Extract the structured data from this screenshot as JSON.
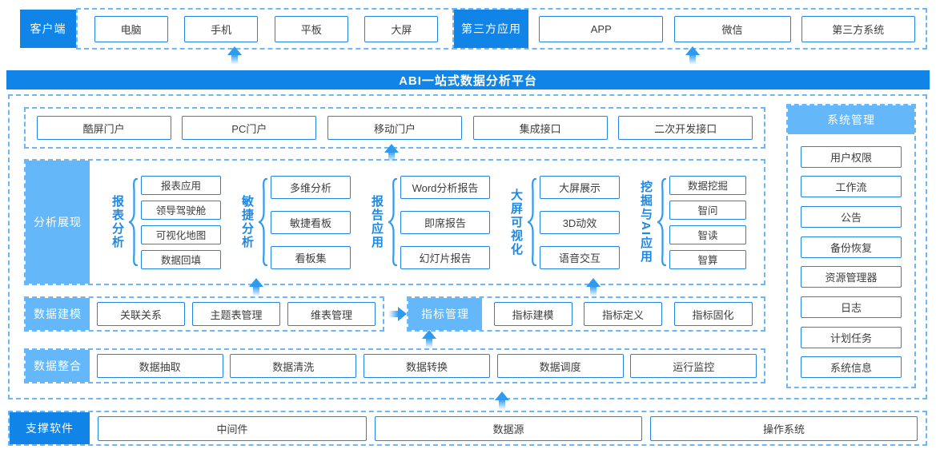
{
  "colors": {
    "primary_blue": "#1184E8",
    "light_blue": "#64B7F8",
    "dashed_border": "#6DB6F7",
    "box_border": "#2383E2",
    "group_text": "#1E88E5",
    "arrow": "#2D9BF0"
  },
  "top": {
    "client": {
      "label": "客户端",
      "items": [
        "电脑",
        "手机",
        "平板",
        "大屏"
      ]
    },
    "third_party": {
      "label": "第三方应用",
      "items": [
        "APP",
        "微信",
        "第三方系统"
      ]
    }
  },
  "banner": {
    "title": "ABI一站式数据分析平台"
  },
  "portal": {
    "items": [
      "酷屏门户",
      "PC门户",
      "移动门户",
      "集成接口",
      "二次开发接口"
    ]
  },
  "analysis": {
    "label": "分析展现",
    "groups": [
      {
        "name": "报表分析",
        "items": [
          "报表应用",
          "领导驾驶舱",
          "可视化地图",
          "数据回填"
        ]
      },
      {
        "name": "敏捷分析",
        "items": [
          "多维分析",
          "敏捷看板",
          "看板集"
        ]
      },
      {
        "name": "报告应用",
        "items": [
          "Word分析报告",
          "即席报告",
          "幻灯片报告"
        ]
      },
      {
        "name": "大屏可视化",
        "items": [
          "大屏展示",
          "3D动效",
          "语音交互"
        ]
      },
      {
        "name": "挖掘与AI应用",
        "items": [
          "数据挖掘",
          "智问",
          "智读",
          "智算"
        ]
      }
    ]
  },
  "modeling": {
    "label": "数据建模",
    "items": [
      "关联关系",
      "主题表管理",
      "维表管理"
    ]
  },
  "metrics": {
    "label": "指标管理",
    "items": [
      "指标建模",
      "指标定义",
      "指标固化"
    ]
  },
  "integration": {
    "label": "数据整合",
    "items": [
      "数据抽取",
      "数据清洗",
      "数据转换",
      "数据调度",
      "运行监控"
    ]
  },
  "system": {
    "label": "系统管理",
    "items": [
      "用户权限",
      "工作流",
      "公告",
      "备份恢复",
      "资源管理器",
      "日志",
      "计划任务",
      "系统信息"
    ]
  },
  "support": {
    "label": "支撑软件",
    "items": [
      "中间件",
      "数据源",
      "操作系统"
    ]
  }
}
